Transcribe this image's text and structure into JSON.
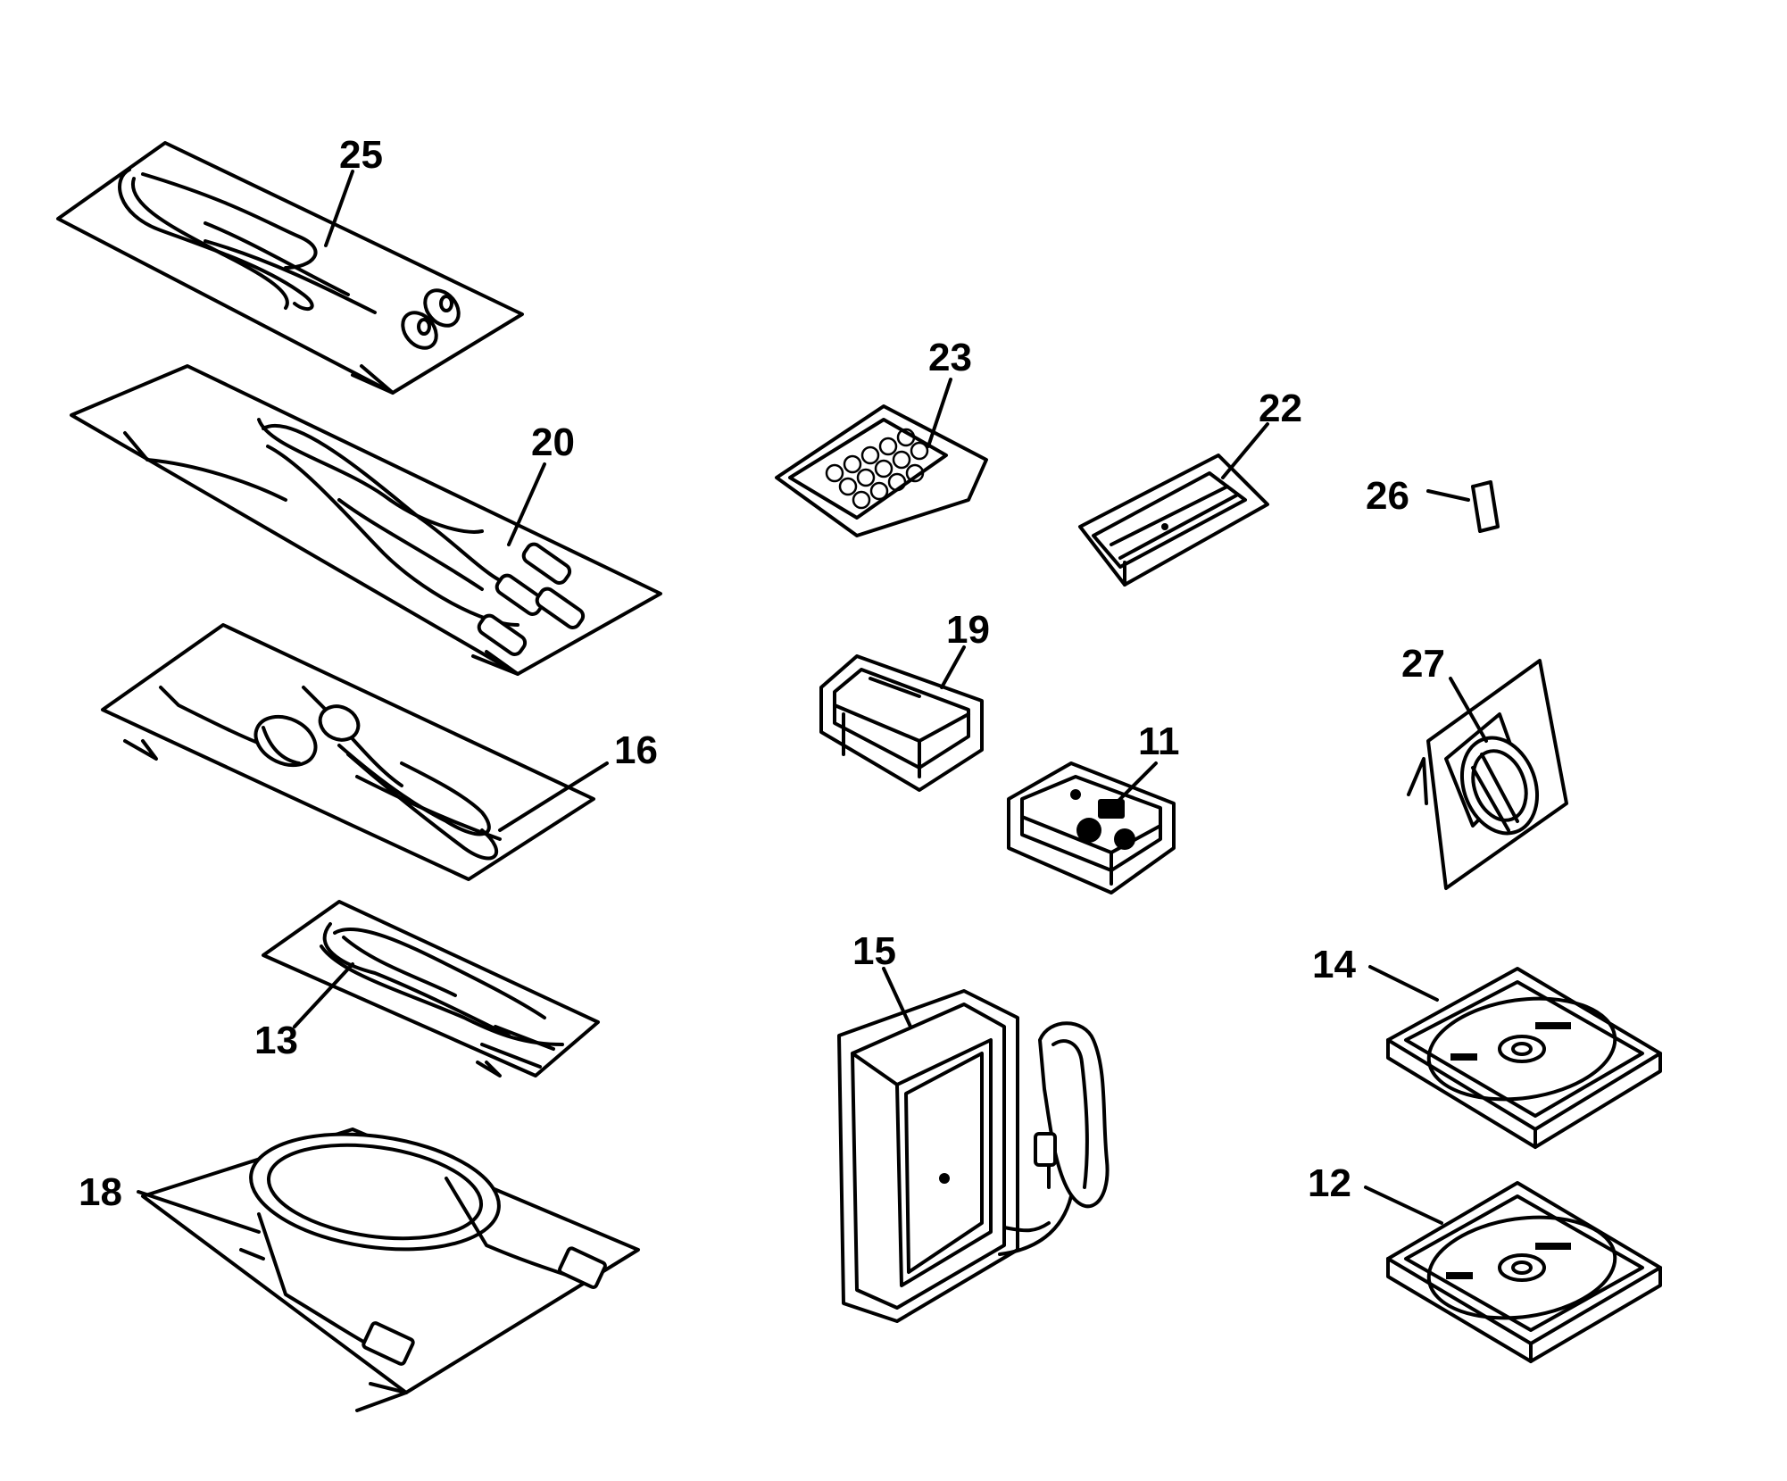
{
  "parts": [
    {
      "id": "part-25",
      "label": "25"
    },
    {
      "id": "part-20",
      "label": "20"
    },
    {
      "id": "part-16",
      "label": "16"
    },
    {
      "id": "part-13",
      "label": "13"
    },
    {
      "id": "part-18",
      "label": "18"
    },
    {
      "id": "part-23",
      "label": "23"
    },
    {
      "id": "part-22",
      "label": "22"
    },
    {
      "id": "part-26",
      "label": "26"
    },
    {
      "id": "part-19",
      "label": "19"
    },
    {
      "id": "part-11",
      "label": "11"
    },
    {
      "id": "part-27",
      "label": "27"
    },
    {
      "id": "part-15",
      "label": "15"
    },
    {
      "id": "part-14",
      "label": "14"
    },
    {
      "id": "part-12",
      "label": "12"
    }
  ]
}
